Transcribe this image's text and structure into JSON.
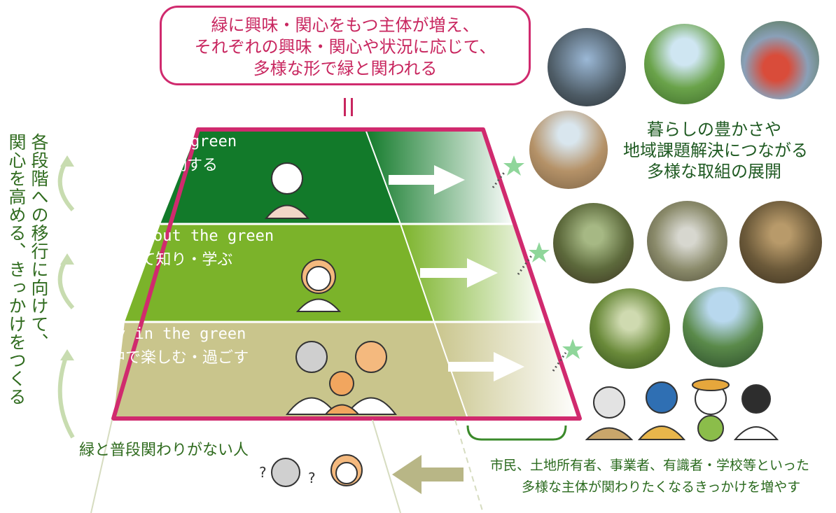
{
  "goal": {
    "line1": "緑に興味・関心をもつ主体が増え、",
    "line2": "それぞれの興味・関心や状況に応じて、",
    "line3": "多様な形で緑と関われる"
  },
  "side_note": {
    "col1": "各段階への移行に向けて、",
    "col2": "関心を高める、きっかけをつくる"
  },
  "levels": [
    {
      "en": "act for the green",
      "ja": "緑のために行動する",
      "color": "#127a2a"
    },
    {
      "en": "Learn about the green",
      "ja": "緑について知り・学ぶ",
      "color": "#7bb32a"
    },
    {
      "en": "enjoy in the green",
      "ja": "緑の中で楽しむ・過ごす",
      "color": "#c9c58c"
    }
  ],
  "base_label": "緑と普段関わりがない人",
  "right_text": {
    "line1": "暮らしの豊かさや",
    "line2": "地域課題解決につながる",
    "line3": "多様な取組の展開"
  },
  "bottom_text": {
    "line1": "市民、土地所有者、事業者、有識者・学校等といった",
    "line2": "多様な主体が関わりたくなるきっかけを増やす"
  },
  "colors": {
    "accent": "#d02a6e",
    "dark_green": "#127a2a",
    "mid_green": "#7bb32a",
    "khaki": "#c9c58c",
    "pale_green": "#cfe0b6",
    "star": "#8fd69a"
  },
  "icons": [
    "star-icon",
    "right-arrow-icon",
    "left-arrow-icon",
    "up-arrow-icon"
  ]
}
